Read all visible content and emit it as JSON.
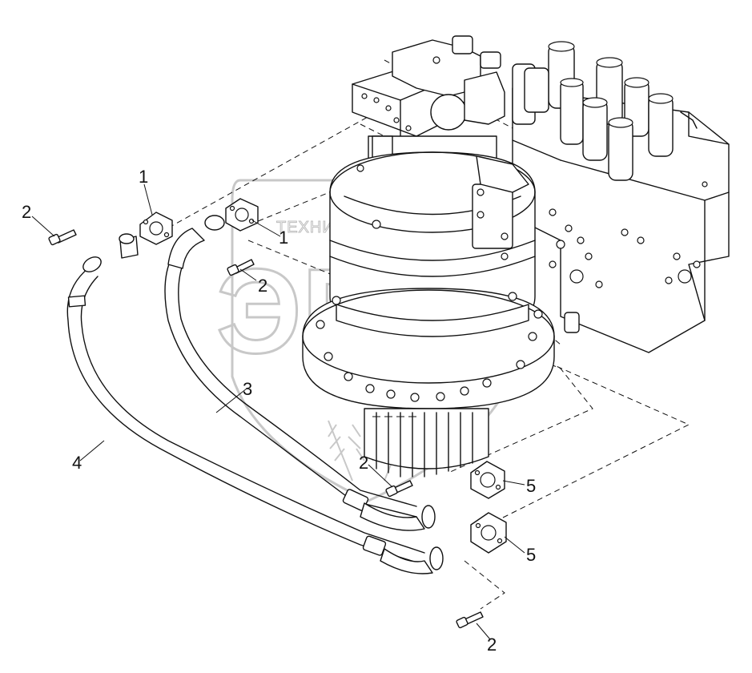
{
  "watermark": {
    "top_text": "ТЕХНИКА    ЗАПЧАСТИ",
    "logo_text": "ЭПФ"
  },
  "callouts": [
    {
      "id": "c1a",
      "label": "1"
    },
    {
      "id": "c1b",
      "label": "1"
    },
    {
      "id": "c2a",
      "label": "2"
    },
    {
      "id": "c2b",
      "label": "2"
    },
    {
      "id": "c2c",
      "label": "2"
    },
    {
      "id": "c2d",
      "label": "2"
    },
    {
      "id": "c3",
      "label": "3"
    },
    {
      "id": "c4",
      "label": "4"
    },
    {
      "id": "c5a",
      "label": "5"
    },
    {
      "id": "c5b",
      "label": "5"
    }
  ],
  "colors": {
    "line": "#111111",
    "watermark": "#c8c8c8",
    "background": "#ffffff"
  }
}
